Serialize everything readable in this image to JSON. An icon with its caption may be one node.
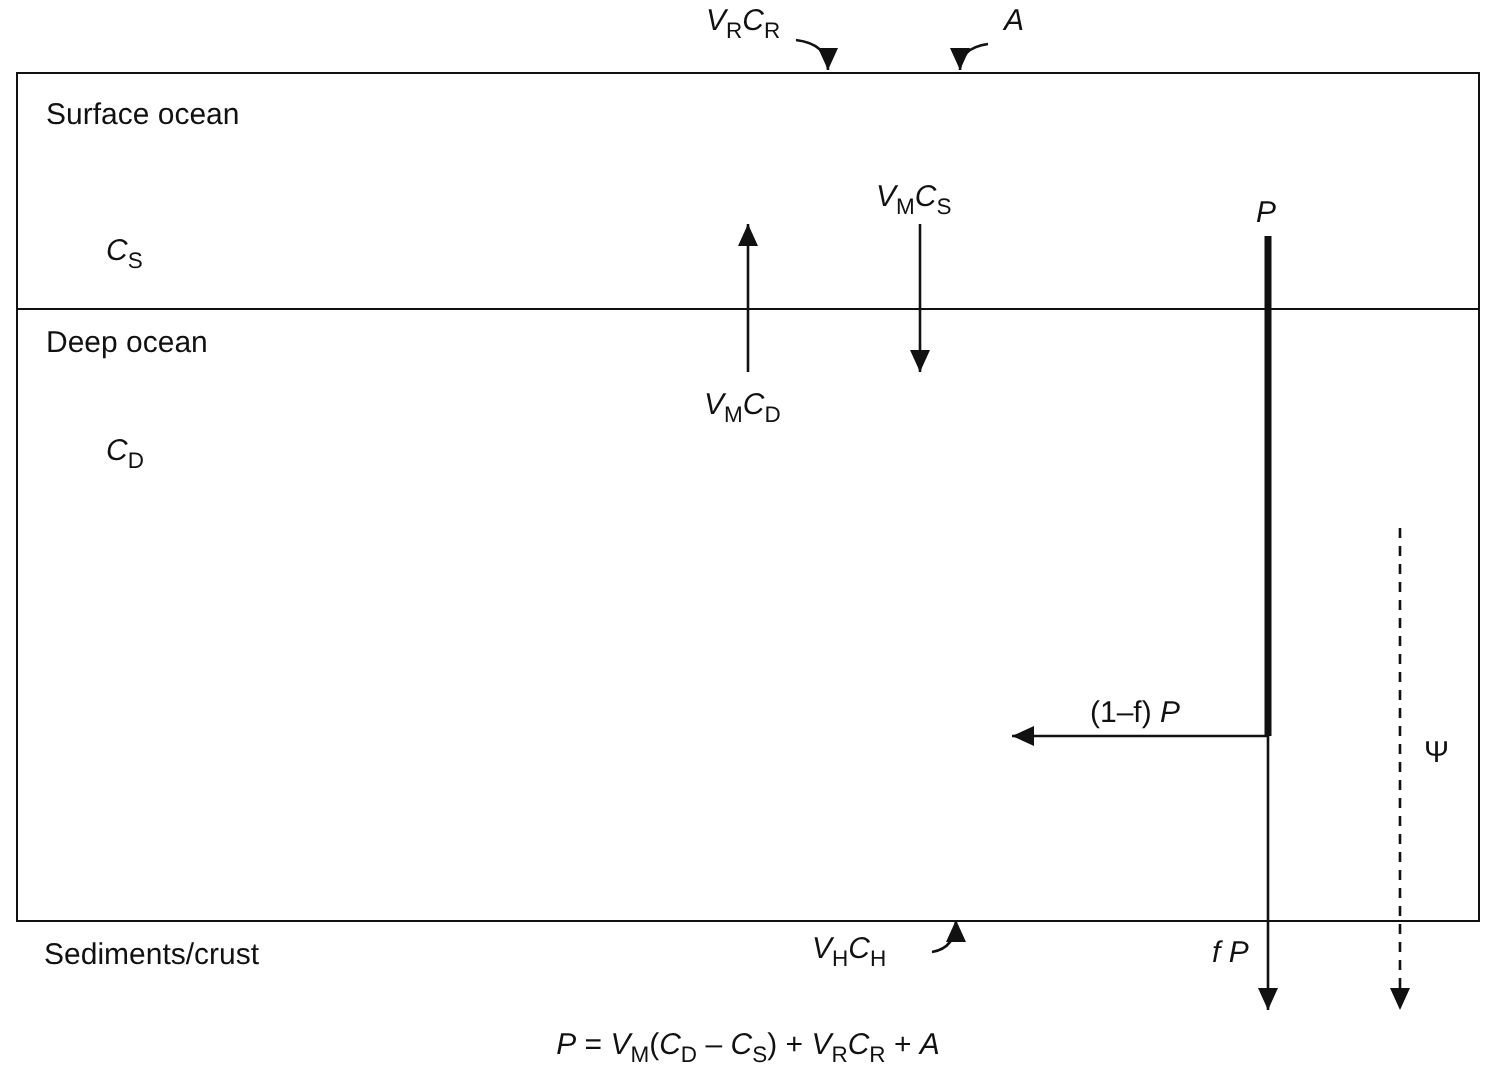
{
  "diagram": {
    "caption": "*P* = *V*$_{M}$(*C*$_{D}$ – *C*$_{S}$) + *V*$_{R}$*C*$_{R}$ + *A*",
    "nodes": [
      {
        "text": [
          "Surface ocean",
          "*C*$_{S}$"
        ]
      },
      {
        "text": [
          "Deep ocean",
          "*C*$_{D}$"
        ]
      },
      {
        "text": [
          "Sediments/crust"
        ]
      }
    ],
    "edges": [
      {
        "from": null,
        "to": 0,
        "arrow": "to",
        "label": "*V*$_{R}$*C*$_{R}$"
      },
      {
        "from": null,
        "to": 0,
        "arrow": "to",
        "label": "*A*"
      },
      {
        "from": 0,
        "to": 1,
        "arrow": "to",
        "label": "*V*$_{M}$*C*$_{S}$"
      },
      {
        "from": 1,
        "to": 0,
        "arrow": "to",
        "label": "*V*$_{M}$*C*$_{D}$"
      },
      {
        "from": 0,
        "to": 1,
        "arrow": "to",
        "label": "(1–f) *P*",
        "style": "thick"
      },
      {
        "from": 0,
        "to": 2,
        "arrow": "to",
        "label": "*f P*",
        "style": "thick"
      },
      {
        "from": 2,
        "to": 1,
        "arrow": "to",
        "label": "*V*$_{H}$*C*$_{H}$"
      },
      {
        "from": 1,
        "to": 2,
        "arrow": "to",
        "label": "Ψ",
        "style": "dashed"
      }
    ],
    "labels": [
      "P"
    ]
  }
}
